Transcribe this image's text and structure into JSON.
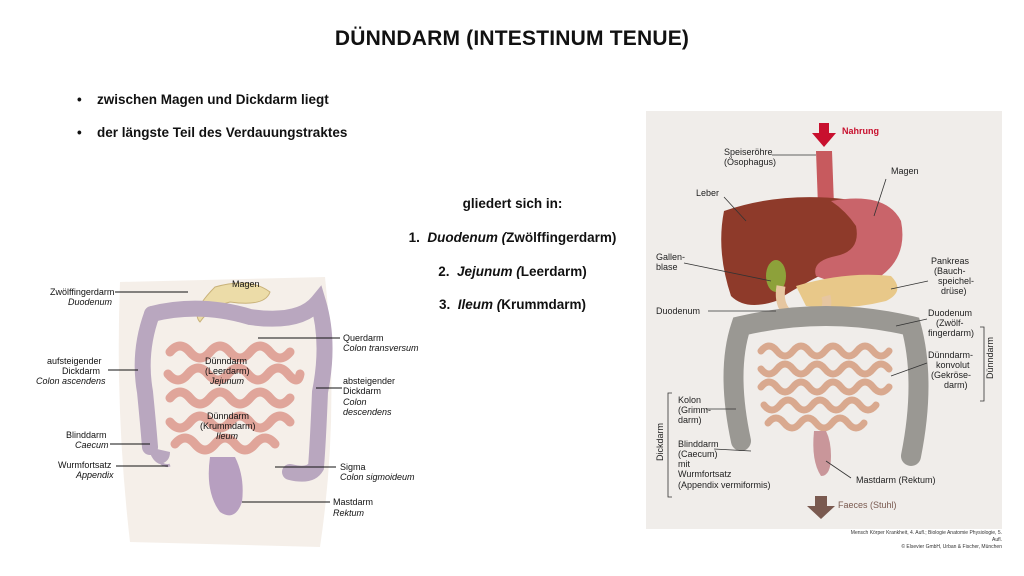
{
  "title": "DÜNNDARM (INTESTINUM TENUE)",
  "bullets": [
    {
      "bullet": "•",
      "text": "zwischen Magen und Dickdarm liegt"
    },
    {
      "bullet": "•",
      "text": "der längste Teil des Verdauungstraktes"
    }
  ],
  "subdivision": {
    "heading": "gliedert sich in:",
    "items": [
      {
        "number": "1.",
        "latin": "Duodenum (",
        "german": "Zwölffingerdarm)"
      },
      {
        "number": "2.",
        "latin": "Jejunum (",
        "german": "Leerdarm)"
      },
      {
        "number": "3.",
        "latin": "Ileum (",
        "german": "Krummdarm)"
      }
    ]
  },
  "left_figure": {
    "labels": {
      "zwoelf_de": "Zwölffingerdarm",
      "zwoelf_la": "Duodenum",
      "magen": "Magen",
      "querdarm_de": "Querdarm",
      "querdarm_la": "Colon transversum",
      "aufsteig_1": "aufsteigender",
      "aufsteig_2": "Dickdarm",
      "aufsteig_la": "Colon ascendens",
      "leer_1": "Dünndarm",
      "leer_2": "(Leerdarm)",
      "leer_la": "Jejunum",
      "absteig_1": "absteigender",
      "absteig_2": "Dickdarm",
      "absteig_la1": "Colon",
      "absteig_la2": "descendens",
      "krumm_1": "Dünndarm",
      "krumm_2": "(Krummdarm)",
      "krumm_la": "Ileum",
      "blind_de": "Blinddarm",
      "blind_la": "Caecum",
      "wurm_de": "Wurmfortsatz",
      "wurm_la": "Appendix",
      "sigma_de": "Sigma",
      "sigma_la": "Colon sigmoideum",
      "mast_de": "Mastdarm",
      "mast_la": "Rektum"
    }
  },
  "right_figure": {
    "labels": {
      "nahrung": "Nahrung",
      "speise_1": "Speiseröhre",
      "speise_2": "(Ösophagus)",
      "magen": "Magen",
      "leber": "Leber",
      "galle_1": "Gallen-",
      "galle_2": "blase",
      "pank_1": "Pankreas",
      "pank_2": "(Bauch-",
      "pank_3": "speichel-",
      "pank_4": "drüse)",
      "duodenum_left": "Duodenum",
      "duo_1": "Duodenum",
      "duo_2": "(Zwölf-",
      "duo_3": "fingerdarm)",
      "konv_1": "Dünndarm-",
      "konv_2": "konvolut",
      "konv_3": "(Gekröse-",
      "konv_4": "darm)",
      "duenndarm_vertical": "Dünndarm",
      "kolon_1": "Kolon",
      "kolon_2": "(Grimm-",
      "kolon_3": "darm)",
      "blind_1": "Blinddarm",
      "blind_2": "(Caecum)",
      "blind_3": "mit",
      "blind_4": "Wurmfortsatz",
      "blind_5": "(Appendix vermiformis)",
      "dickdarm_vertical": "Dickdarm",
      "mastdarm": "Mastdarm (Rektum)",
      "faeces": "Faeces (Stuhl)"
    }
  },
  "credit": {
    "line1": "Mensch Körper Krankheit, 4. Aufl.; Biologie Anatomie Physiologie, 5. Aufl.",
    "line2": "© Elsevier GmbH, Urban & Fischer, München"
  },
  "colors": {
    "arrow": "#c8102e",
    "label_red": "#c8102e",
    "liver": "#8e3a2a",
    "colon": "#9a9893",
    "small_intestine": "#d9a98f",
    "stomach": "#c9646a",
    "pancreas": "#e8c889"
  }
}
